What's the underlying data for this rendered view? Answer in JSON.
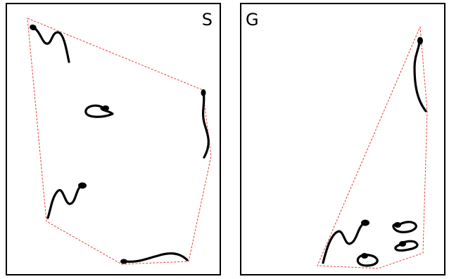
{
  "panels": [
    {
      "id": "s",
      "label": "S"
    },
    {
      "id": "g",
      "label": "G"
    }
  ],
  "colors": {
    "hull": "#e8403a",
    "worm": "#000000",
    "border": "#000000"
  }
}
